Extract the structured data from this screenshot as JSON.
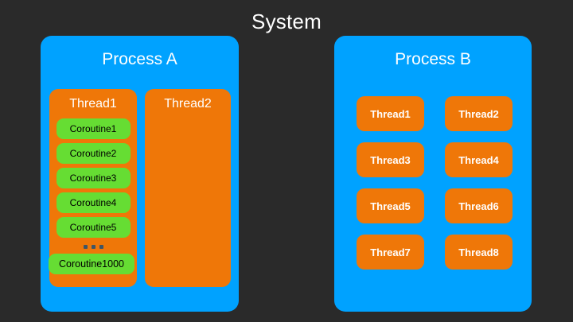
{
  "diagram": {
    "title": "System",
    "background_color": "#2a2a2a",
    "process_color": "#00a2ff",
    "thread_color": "#ef7708",
    "coroutine_color": "#66dd33",
    "processes": [
      {
        "label": "Process A",
        "threads": [
          {
            "label": "Thread1",
            "coroutines": [
              "Coroutine1",
              "Coroutine2",
              "Coroutine3",
              "Coroutine4",
              "Coroutine5"
            ],
            "ellipsis": "...",
            "last_coroutine": "Coroutine1000"
          },
          {
            "label": "Thread2",
            "coroutines": []
          }
        ]
      },
      {
        "label": "Process B",
        "thread_tiles": [
          "Thread1",
          "Thread2",
          "Thread3",
          "Thread4",
          "Thread5",
          "Thread6",
          "Thread7",
          "Thread8"
        ]
      }
    ]
  }
}
